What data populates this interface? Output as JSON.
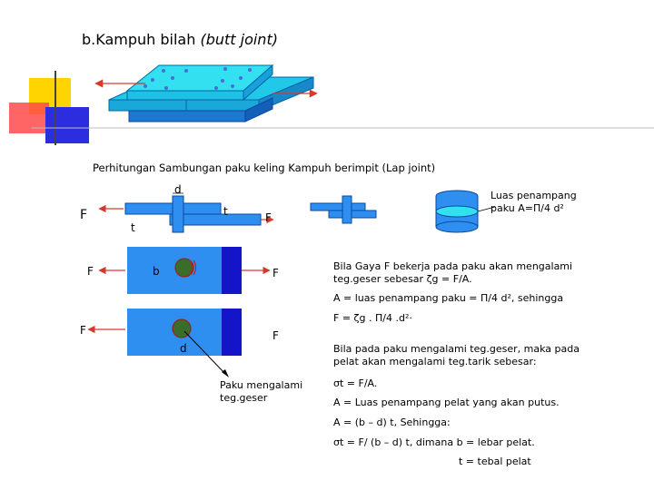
{
  "title": {
    "main": "b.Kampuh bilah ",
    "italic": "(butt joint)"
  },
  "subtitle": "Perhitungan Sambungan paku keling Kampuh berimpit (Lap joint)",
  "diagram_labels": {
    "d_top": "d",
    "F_left1": "F",
    "t_right": "t",
    "t_left": "t",
    "F_right1": "F",
    "F_left2": "F",
    "b": "b",
    "F_right2": "F",
    "F_left3": "F",
    "F_right3": "F",
    "d_bottom": "d",
    "callout": [
      "Paku mengalami",
      "teg.geser"
    ]
  },
  "area_note": [
    "Luas penampang",
    "paku A=Π/4 d²"
  ],
  "explanation": {
    "p1": [
      "Bila Gaya F bekerja pada paku akan mengalami",
      "teg.geser sebesar ζg = F/A."
    ],
    "p2": "A = luas penampang paku = Π/4 d², sehingga",
    "p3": "F = ζg . Π/4 .d²·",
    "p4": [
      "Bila pada paku mengalami teg.geser, maka pada",
      "pelat akan mengalami teg.tarik sebesar:"
    ],
    "p5": "σt = F/A.",
    "p6": "A = Luas penampang pelat yang akan putus.",
    "p7": "A = (b – d) t, Sehingga:",
    "p8": "σt = F/ (b – d) t, dimana b = lebar pelat.",
    "p9": "t = tebal pelat"
  },
  "colors": {
    "plate_cyan": "#33e0f0",
    "plate_edge": "#0066aa",
    "plate_blue": "#2f8ff0",
    "plate_dark": "#1414c8",
    "rivet": "#3a6d2a",
    "arrow": "#d43a2a",
    "deco_yellow": "#ffd400",
    "deco_red": "#ff3a3a",
    "deco_blue": "#2525dd"
  }
}
